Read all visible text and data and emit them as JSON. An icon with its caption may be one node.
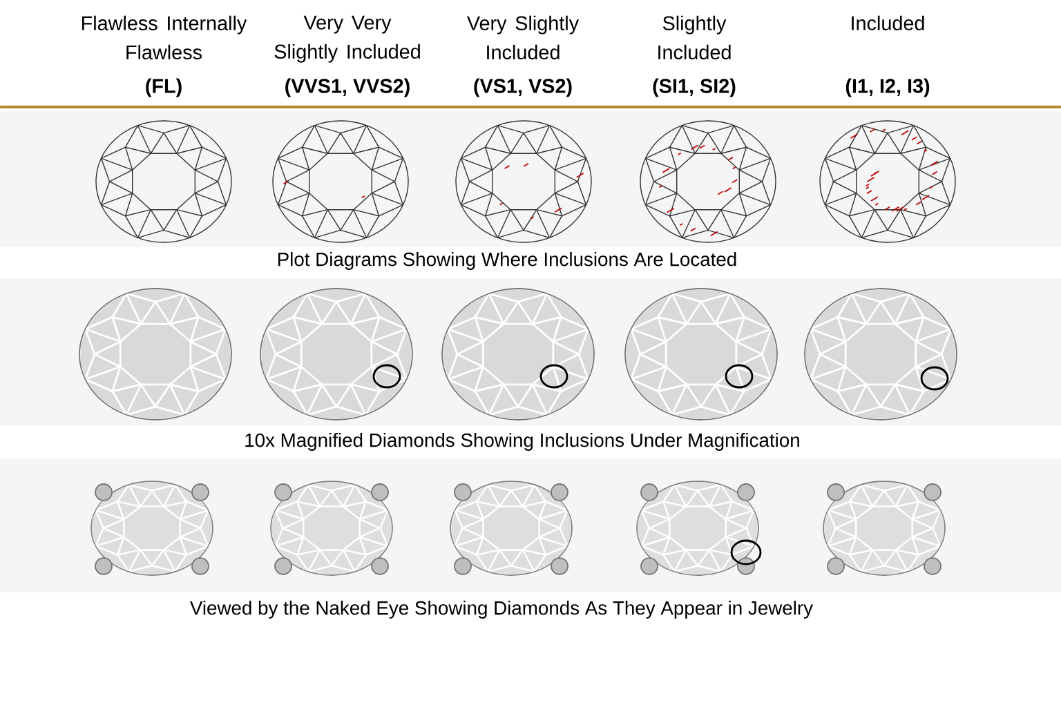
{
  "diagram": {
    "labels": [
      "Flawless Internally Flawless",
      "(FL)",
      "Very Very Slightly Included",
      "(VVS1, VVS2)",
      "Very Slightly Included",
      "(VS1, VS2)",
      "Slightly Included",
      "(SI1, SI2)",
      "Included",
      "(I1, I2, I3)",
      "Plot Diagrams Showing Where Inclusions Are Located",
      "10x Magnified Diamonds Showing Inclusions Under Magnification",
      "Viewed by the Naked Eye Showing Diamonds As They Appear in Jewelry"
    ]
  }
}
